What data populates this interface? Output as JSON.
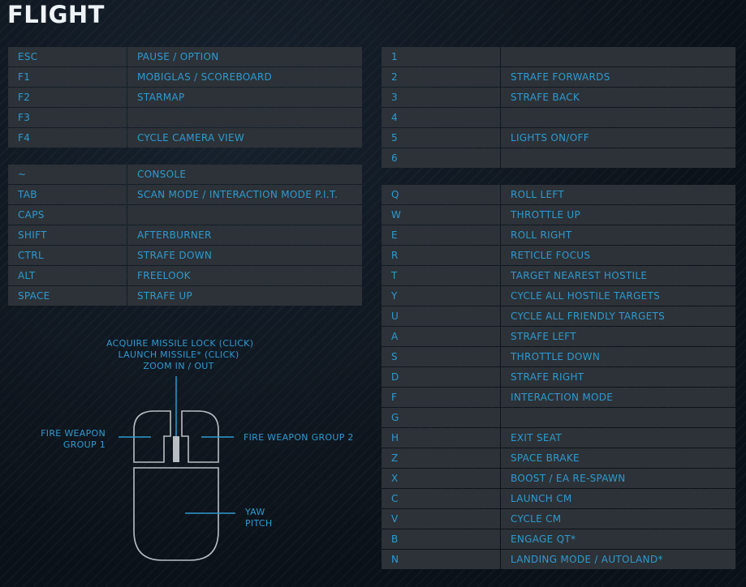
{
  "title": "FLIGHT",
  "table1": [
    {
      "key": "ESC",
      "action": "PAUSE / OPTION"
    },
    {
      "key": "F1",
      "action": "MOBIGLAS / SCOREBOARD"
    },
    {
      "key": "F2",
      "action": "STARMAP"
    },
    {
      "key": "F3",
      "action": ""
    },
    {
      "key": "F4",
      "action": "CYCLE CAMERA VIEW"
    }
  ],
  "table2": [
    {
      "key": "~",
      "action": "CONSOLE"
    },
    {
      "key": "TAB",
      "action": "SCAN MODE / INTERACTION MODE P.I.T."
    },
    {
      "key": "CAPS",
      "action": ""
    },
    {
      "key": "SHIFT",
      "action": "AFTERBURNER"
    },
    {
      "key": "CTRL",
      "action": "STRAFE DOWN"
    },
    {
      "key": "ALT",
      "action": "FREELOOK"
    },
    {
      "key": "SPACE",
      "action": "STRAFE UP"
    }
  ],
  "table3": [
    {
      "key": "1",
      "action": ""
    },
    {
      "key": "2",
      "action": "STRAFE FORWARDS"
    },
    {
      "key": "3",
      "action": "STRAFE BACK"
    },
    {
      "key": "4",
      "action": ""
    },
    {
      "key": "5",
      "action": "LIGHTS ON/OFF"
    },
    {
      "key": "6",
      "action": ""
    }
  ],
  "table4": [
    {
      "key": "Q",
      "action": "ROLL LEFT"
    },
    {
      "key": "W",
      "action": "THROTTLE UP"
    },
    {
      "key": "E",
      "action": "ROLL RIGHT"
    },
    {
      "key": "R",
      "action": "RETICLE FOCUS"
    },
    {
      "key": "T",
      "action": "TARGET NEAREST HOSTILE"
    },
    {
      "key": "Y",
      "action": "CYCLE ALL HOSTILE TARGETS"
    },
    {
      "key": "U",
      "action": "CYCLE ALL FRIENDLY TARGETS"
    },
    {
      "key": "A",
      "action": "STRAFE LEFT"
    },
    {
      "key": "S",
      "action": "THROTTLE DOWN"
    },
    {
      "key": "D",
      "action": "STRAFE RIGHT"
    },
    {
      "key": "F",
      "action": "INTERACTION MODE"
    },
    {
      "key": "G",
      "action": ""
    },
    {
      "key": "H",
      "action": "EXIT SEAT"
    },
    {
      "key": "Z",
      "action": "SPACE BRAKE"
    },
    {
      "key": "X",
      "action": "BOOST / EA RE-SPAWN"
    },
    {
      "key": "C",
      "action": "LAUNCH CM"
    },
    {
      "key": "V",
      "action": "CYCLE CM"
    },
    {
      "key": "B",
      "action": "ENGAGE QT*"
    },
    {
      "key": "N",
      "action": "LANDING MODE / AUTOLAND*"
    }
  ],
  "mouse": {
    "wheel_line1": "ACQUIRE MISSILE LOCK (CLICK)",
    "wheel_line2": "LAUNCH MISSILE* (CLICK)",
    "wheel_line3": "ZOOM IN / OUT",
    "left_line1": "FIRE WEAPON",
    "left_line2": "GROUP 1",
    "right_label": "FIRE WEAPON GROUP 2",
    "move_line1": "YAW",
    "move_line2": "PITCH"
  },
  "colors": {
    "accent": "#2f9ad1",
    "row_bg": "#2c3237",
    "title": "#eef3f8"
  }
}
